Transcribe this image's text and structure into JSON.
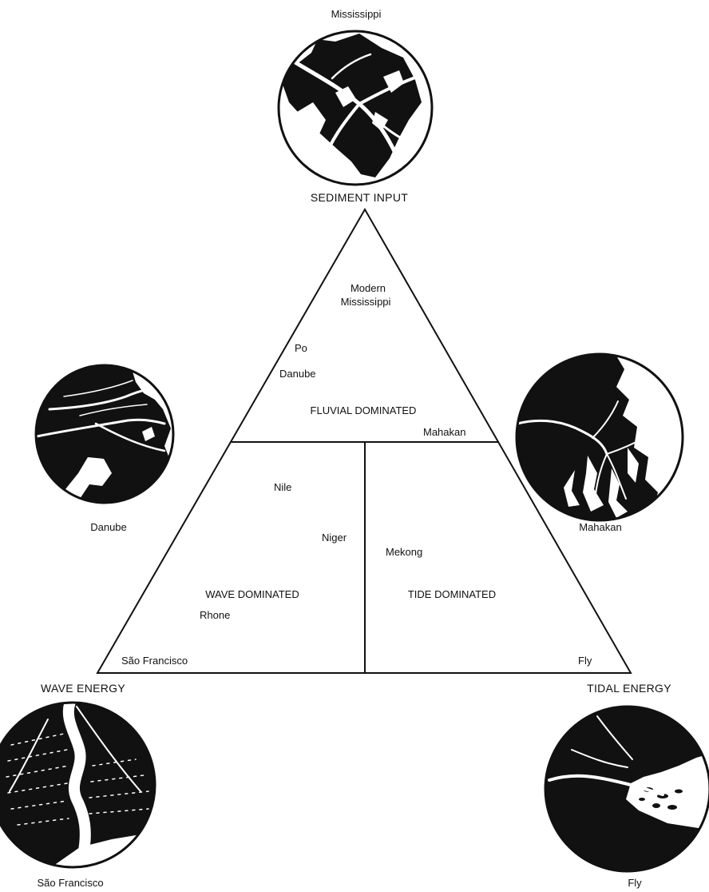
{
  "vertices": {
    "top": "SEDIMENT INPUT",
    "left": "WAVE ENERGY",
    "right": "TIDAL ENERGY"
  },
  "regions": {
    "fluvial": "FLUVIAL DOMINATED",
    "wave": "WAVE DOMINATED",
    "tide": "TIDE DOMINATED"
  },
  "deltas": {
    "modern_mississippi_line1": "Modern",
    "modern_mississippi_line2": "Mississippi",
    "po": "Po",
    "danube": "Danube",
    "mahakan": "Mahakan",
    "nile": "Nile",
    "niger": "Niger",
    "mekong": "Mekong",
    "rhone": "Rhone",
    "sao_francisco": "São Francisco",
    "fly": "Fly"
  },
  "maps": {
    "mississippi": "Mississippi",
    "danube": "Danube",
    "mahakan": "Mahakan",
    "sao_francisco": "São Francisco",
    "fly": "Fly"
  }
}
